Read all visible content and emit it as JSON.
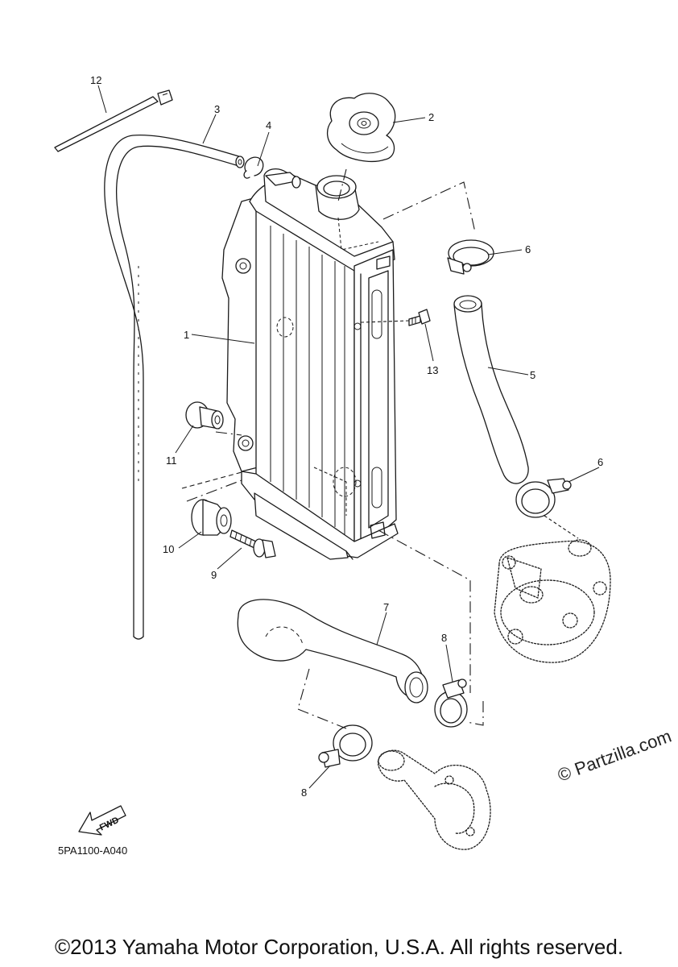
{
  "callouts": [
    {
      "id": "1",
      "label": "1"
    },
    {
      "id": "2",
      "label": "2"
    },
    {
      "id": "3",
      "label": "3"
    },
    {
      "id": "4",
      "label": "4"
    },
    {
      "id": "5",
      "label": "5"
    },
    {
      "id": "6a",
      "label": "6"
    },
    {
      "id": "6b",
      "label": "6"
    },
    {
      "id": "7",
      "label": "7"
    },
    {
      "id": "8a",
      "label": "8"
    },
    {
      "id": "8b",
      "label": "8"
    },
    {
      "id": "9",
      "label": "9"
    },
    {
      "id": "10",
      "label": "10"
    },
    {
      "id": "11",
      "label": "11"
    },
    {
      "id": "12",
      "label": "12"
    },
    {
      "id": "13",
      "label": "13"
    }
  ],
  "fwd_label": "FWD",
  "diagram_ref": "5PA1100-A040",
  "watermark": "© Partzilla.com",
  "copyright": "©2013 Yamaha Motor Corporation, U.S.A. All rights reserved."
}
